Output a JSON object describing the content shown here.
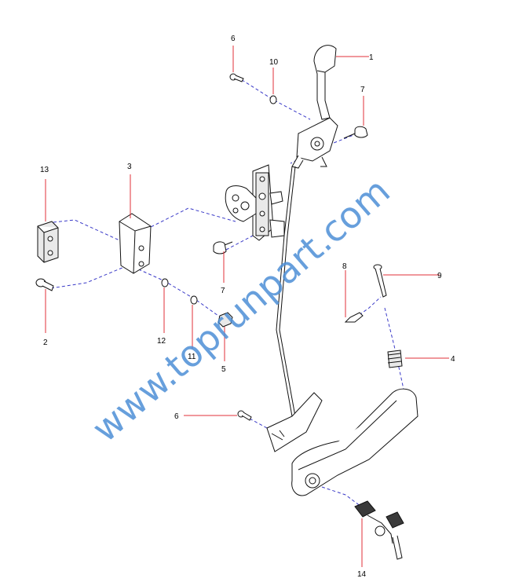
{
  "diagram": {
    "watermark": "www.toprunpart.com",
    "callouts": [
      {
        "id": "c1",
        "label": "1"
      },
      {
        "id": "c2",
        "label": "2"
      },
      {
        "id": "c3",
        "label": "3"
      },
      {
        "id": "c4",
        "label": "4"
      },
      {
        "id": "c5",
        "label": "5"
      },
      {
        "id": "c6a",
        "label": "6"
      },
      {
        "id": "c6b",
        "label": "6"
      },
      {
        "id": "c7a",
        "label": "7"
      },
      {
        "id": "c7b",
        "label": "7"
      },
      {
        "id": "c8",
        "label": "8"
      },
      {
        "id": "c9",
        "label": "9"
      },
      {
        "id": "c10",
        "label": "10"
      },
      {
        "id": "c11",
        "label": "11"
      },
      {
        "id": "c12",
        "label": "12"
      },
      {
        "id": "c13",
        "label": "13"
      },
      {
        "id": "c14",
        "label": "14"
      }
    ],
    "colors": {
      "leader_line": "#e0303a",
      "assembly_line": "#3a3ac8",
      "watermark": "#4d8fd6"
    }
  }
}
